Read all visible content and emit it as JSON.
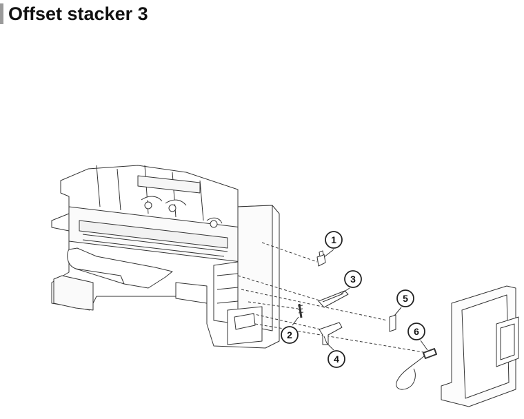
{
  "title": "Offset stacker 3",
  "callouts": [
    {
      "id": "1",
      "label": "1"
    },
    {
      "id": "2",
      "label": "2"
    },
    {
      "id": "3",
      "label": "3"
    },
    {
      "id": "4",
      "label": "4"
    },
    {
      "id": "5",
      "label": "5"
    },
    {
      "id": "6",
      "label": "6"
    }
  ],
  "colors": {
    "line": "#333333",
    "fill": "#ffffff",
    "accent": "#9a9a9a"
  }
}
